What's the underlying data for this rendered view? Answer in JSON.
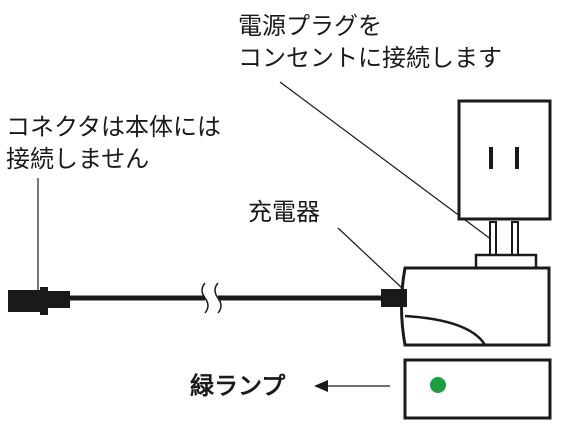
{
  "labels": {
    "plug_instruction": [
      "電源プラグを",
      "コンセントに接続します"
    ],
    "connector_note": [
      "コネクタは本体には",
      "接続しません"
    ],
    "charger": "充電器",
    "green_lamp": "緑ランプ"
  },
  "colors": {
    "line": "#1a1a1a",
    "lamp": "#1e9e3e",
    "background": "#ffffff"
  }
}
